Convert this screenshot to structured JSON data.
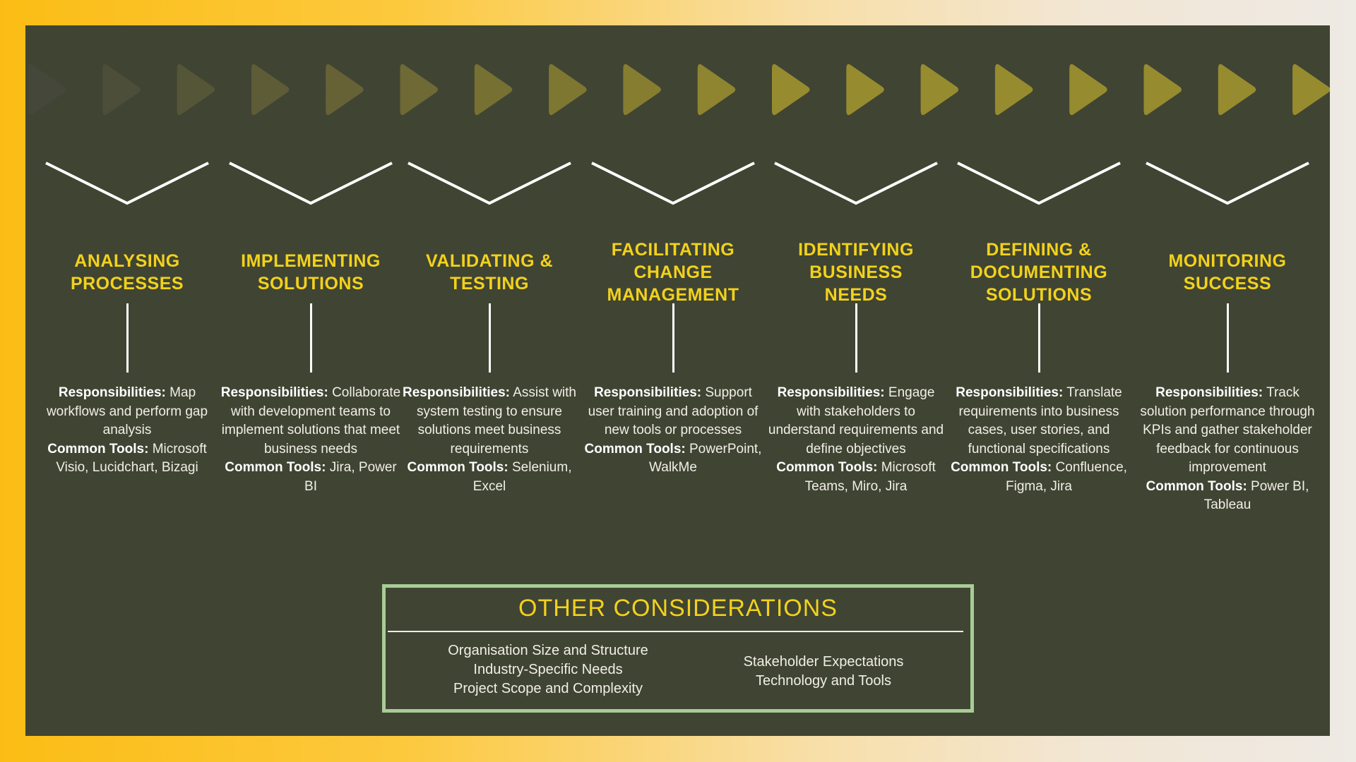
{
  "stages": [
    {
      "title": "ANALYSING PROCESSES",
      "title_lines": [
        "ANALYSING",
        "PROCESSES"
      ],
      "resp_label": "Responsibilities:",
      "resp": "Map workflows and perform gap analysis",
      "tools_label": "Common Tools:",
      "tools": "Microsoft Visio, Lucidchart, Bizagi"
    },
    {
      "title": "IMPLEMENTING SOLUTIONS",
      "title_lines": [
        "IMPLEMENTING",
        "SOLUTIONS"
      ],
      "resp_label": "Responsibilities:",
      "resp": "Collaborate with development teams to implement solutions that meet business needs",
      "tools_label": "Common Tools:",
      "tools": "Jira, Power BI"
    },
    {
      "title": "VALIDATING & TESTING",
      "title_lines": [
        "VALIDATING &",
        "TESTING"
      ],
      "resp_label": "Responsibilities:",
      "resp": "Assist with system testing to ensure solutions meet business requirements",
      "tools_label": "Common Tools:",
      "tools": "Selenium, Excel"
    },
    {
      "title": "FACILITATING CHANGE MANAGEMENT",
      "title_lines": [
        "FACILITATING",
        "CHANGE",
        "MANAGEMENT"
      ],
      "resp_label": "Responsibilities:",
      "resp": "Support user training and adoption of new tools or processes",
      "tools_label": "Common Tools:",
      "tools": "PowerPoint, WalkMe"
    },
    {
      "title": "IDENTIFYING BUSINESS NEEDS",
      "title_lines": [
        "IDENTIFYING",
        "BUSINESS",
        "NEEDS"
      ],
      "resp_label": "Responsibilities:",
      "resp": "Engage with stakeholders to understand requirements and define objectives",
      "tools_label": "Common Tools:",
      "tools": "Microsoft Teams, Miro, Jira"
    },
    {
      "title": "DEFINING & DOCUMENTING SOLUTIONS",
      "title_lines": [
        "DEFINING &",
        "DOCUMENTING",
        "SOLUTIONS"
      ],
      "resp_label": "Responsibilities:",
      "resp": "Translate requirements into business cases, user stories, and functional specifications",
      "tools_label": "Common Tools:",
      "tools": "Confluence, Figma, Jira"
    },
    {
      "title": "MONITORING SUCCESS",
      "title_lines": [
        "MONITORING",
        "SUCCESS"
      ],
      "resp_label": "Responsibilities:",
      "resp": "Track solution performance through KPIs and gather stakeholder feedback for continuous improvement",
      "tools_label": "Common Tools:",
      "tools": "Power BI, Tableau"
    }
  ],
  "considerations": {
    "title": "OTHER CONSIDERATIONS",
    "left": [
      "Organisation Size and Structure",
      "Industry-Specific Needs",
      "Project Scope and Complexity"
    ],
    "right": [
      "Stakeholder Expectations",
      "Technology and Tools"
    ]
  },
  "colors": {
    "panel": "#404433",
    "accent": "#F2D21B",
    "box_border": "#A8CC96",
    "arrow_start": "#45473A",
    "arrow_end": "#978B2F"
  }
}
